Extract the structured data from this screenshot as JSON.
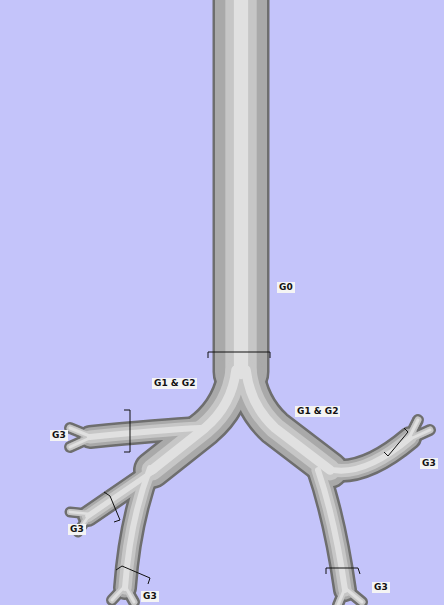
{
  "diagram": {
    "labels": [
      "G0",
      "G1 & G2",
      "G1 & G2",
      "G3",
      "G3",
      "G3",
      "G3",
      "G3"
    ]
  }
}
